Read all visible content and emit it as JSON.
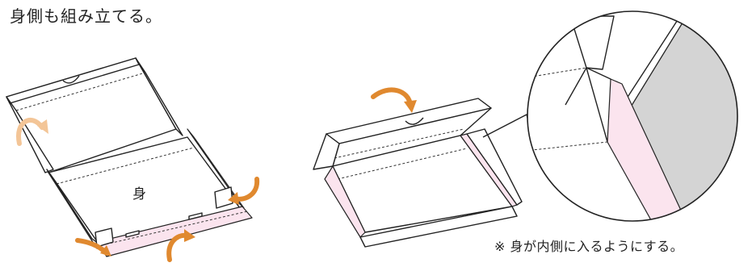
{
  "title": "身側も組み立てる。",
  "labels": {
    "body_panel": "身"
  },
  "note": "※ 身が内側に入るようにする。",
  "colors": {
    "arrow": "#e0892f",
    "arrow_light": "#f3c597",
    "pink": "#fbe4ee",
    "grey": "#d4d4d4"
  }
}
